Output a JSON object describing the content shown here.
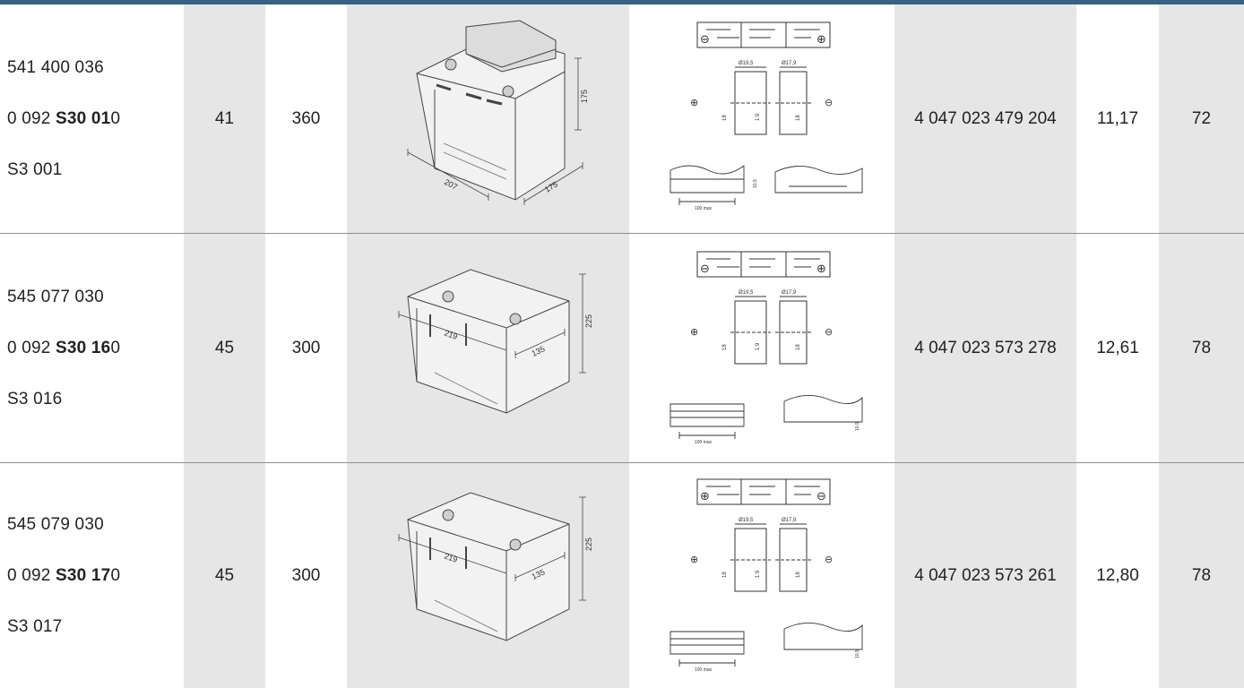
{
  "rows": [
    {
      "code1": "541 400 036",
      "code2_pre": "0 092 ",
      "code2_bold": "S30 01",
      "code2_post": "0",
      "code3": "S3 001",
      "capacity": "41",
      "cca": "360",
      "ean": "4 047 023 479 204",
      "weight": "11,17",
      "last": "72",
      "dims": {
        "h": "175",
        "l": "207",
        "w": "175"
      },
      "terminal": {
        "left_symbol": "⊖",
        "right_symbol": "⊕",
        "d1": "Ø19,5",
        "d2": "Ø17,9",
        "h1": "18",
        "h2": "1:9",
        "h3": "18",
        "pos": "⊕",
        "neg": "⊖",
        "hold": "100 max",
        "ledge": "10,5"
      }
    },
    {
      "code1": "545 077 030",
      "code2_pre": "0 092 ",
      "code2_bold": "S30 16",
      "code2_post": "0",
      "code3": "S3 016",
      "capacity": "45",
      "cca": "300",
      "ean": "4 047 023 573 278",
      "weight": "12,61",
      "last": "78",
      "dims": {
        "h": "225",
        "l": "219",
        "w": "135"
      },
      "terminal": {
        "left_symbol": "⊖",
        "right_symbol": "⊕",
        "d1": "Ø19,5",
        "d2": "Ø17,9",
        "h1": "18",
        "h2": "1:9",
        "h3": "18",
        "pos": "⊕",
        "neg": "⊖",
        "hold": "100 max",
        "ledge": "10,5"
      }
    },
    {
      "code1": "545 079 030",
      "code2_pre": "0 092 ",
      "code2_bold": "S30 17",
      "code2_post": "0",
      "code3": "S3 017",
      "capacity": "45",
      "cca": "300",
      "ean": "4 047 023 573 261",
      "weight": "12,80",
      "last": "78",
      "dims": {
        "h": "225",
        "l": "219",
        "w": "135"
      },
      "terminal": {
        "left_symbol": "⊕",
        "right_symbol": "⊖",
        "d1": "Ø19,5",
        "d2": "Ø17,9",
        "h1": "18",
        "h2": "1:9",
        "h3": "18",
        "pos": "⊕",
        "neg": "⊖",
        "hold": "100 max",
        "ledge": "10,5"
      }
    }
  ]
}
